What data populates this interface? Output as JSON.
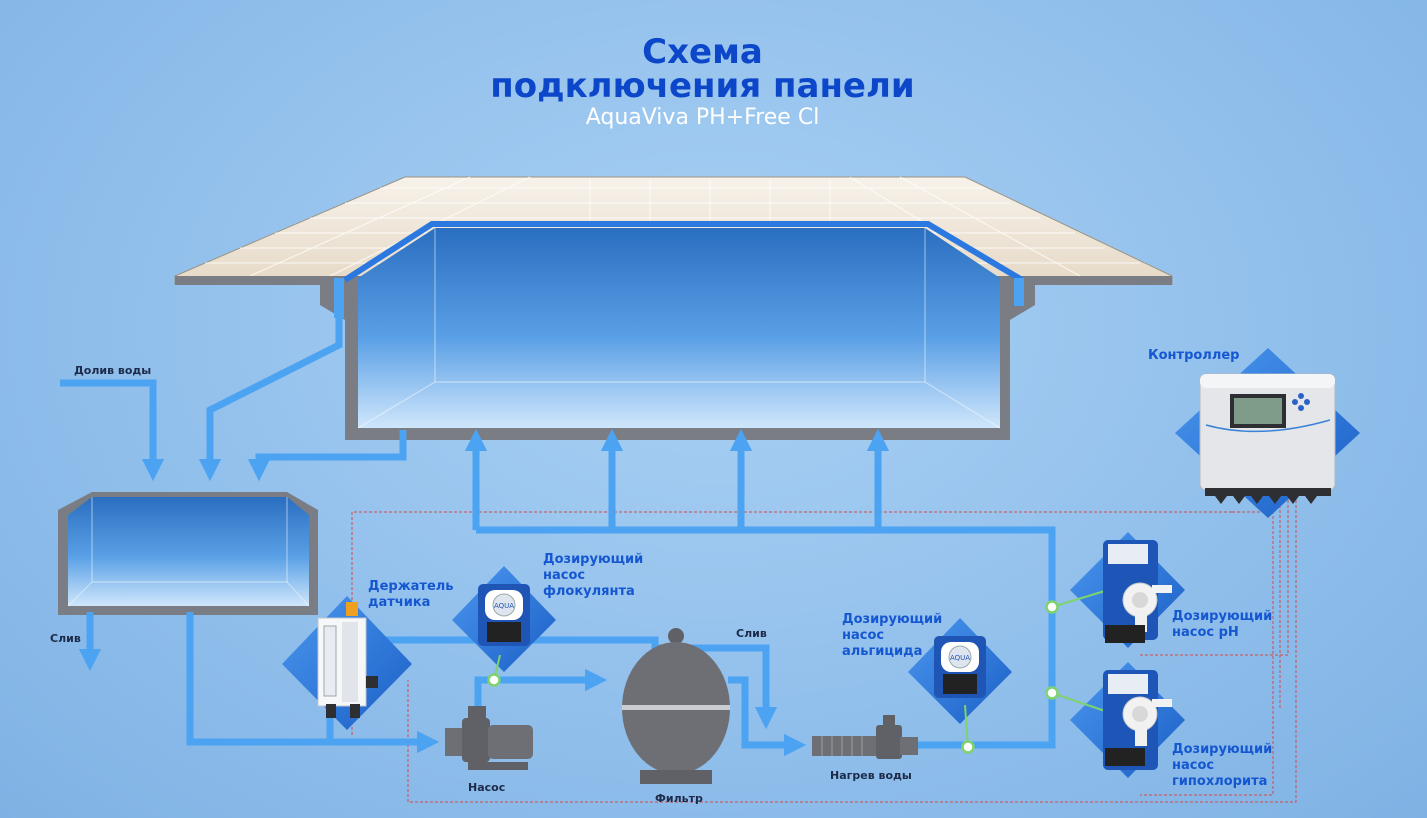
{
  "header": {
    "title_line1": "Схема",
    "title_line2": "подключения панели",
    "subtitle": "AquaViva PH+Free Cl"
  },
  "labels": {
    "water_refill": "Долив воды",
    "drain_left": "Слив",
    "drain_mid": "Слив",
    "sensor_holder": "Держатель\nдатчика",
    "flocculant_pump": "Дозирующий\nнасос\nфлокулянта",
    "algaecide_pump": "Дозирующий\nнасос\nальгицида",
    "controller": "Контроллер",
    "ph_pump": "Дозирующий\nнасос pH",
    "hypochlorite_pump": "Дозирующий\nнасос\nгипохлорита",
    "pump": "Насос",
    "filter": "Фильтр",
    "heater": "Нагрев воды"
  },
  "icons": [
    "controller-icon",
    "ph-dosing-pump-icon",
    "hypochlorite-dosing-pump-icon",
    "flocculant-dosing-pump-icon",
    "algaecide-dosing-pump-icon",
    "sensor-holder-icon",
    "circulation-pump-icon",
    "sand-filter-icon",
    "water-heater-icon"
  ],
  "colors": {
    "title": "#0d47c9",
    "pipe": "#4ba3f2",
    "pool_frame": "#7a7d84",
    "signal_line": "#d24b4b",
    "junction": "#8fe07a",
    "diamond": "#2f7fe0"
  }
}
